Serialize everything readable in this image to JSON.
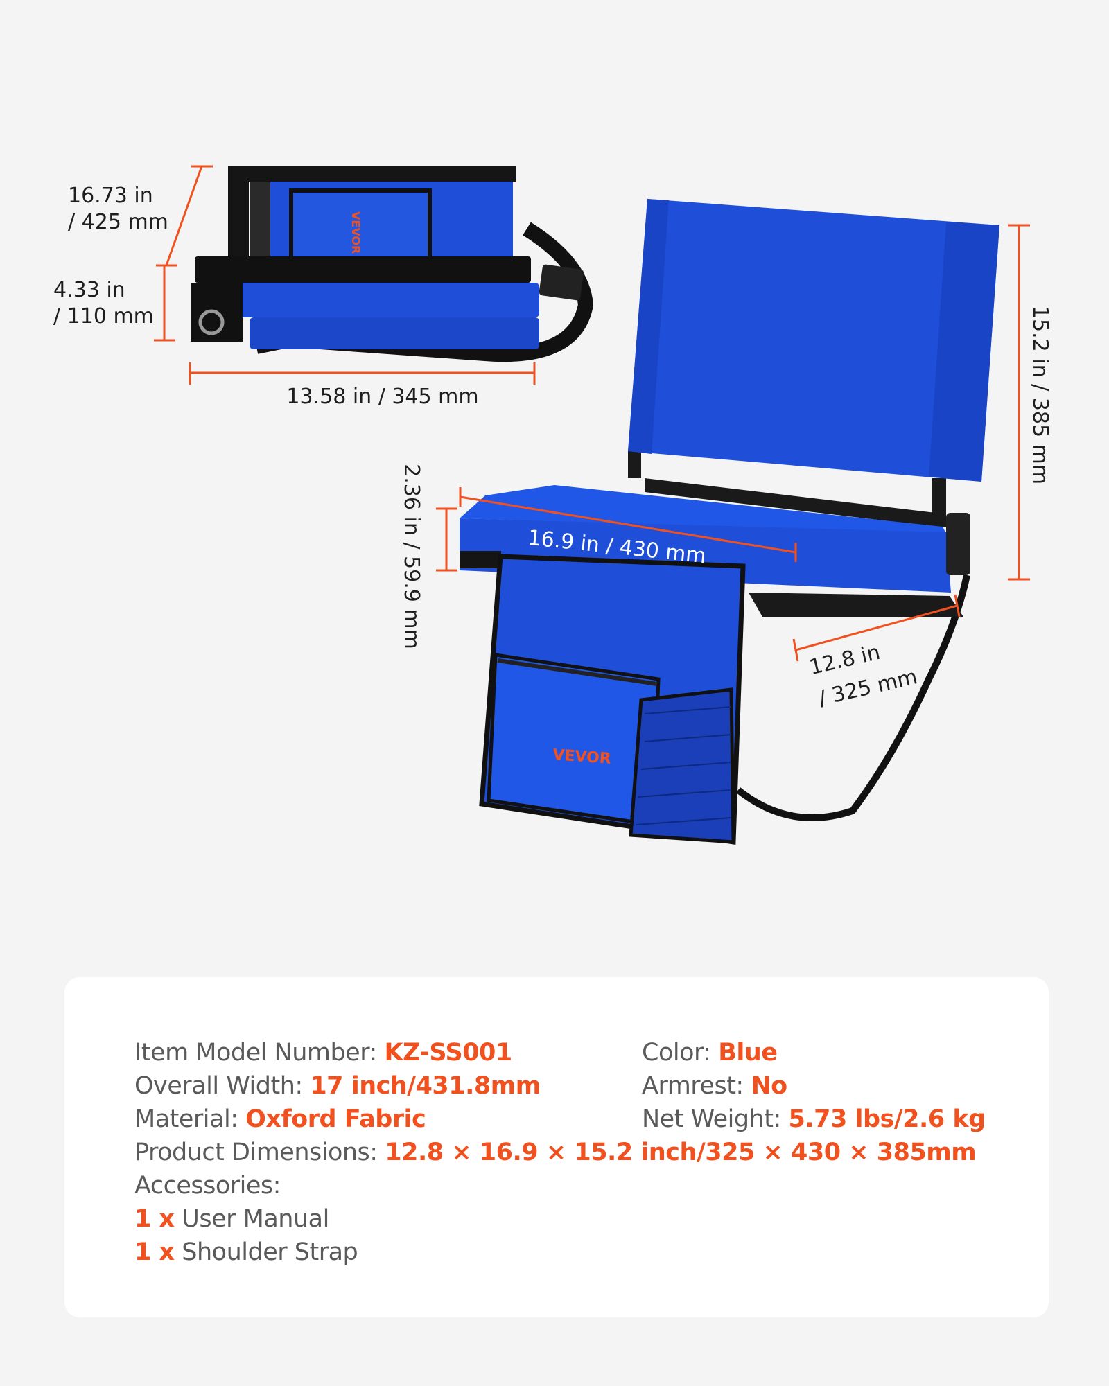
{
  "colors": {
    "accent": "#f0511f",
    "product": "#1f4fd8",
    "frame": "#1a1a1a"
  },
  "brand_logo": "VEVOR",
  "dimensions": {
    "folded_diagonal": [
      "16.73 in",
      "/ 425 mm"
    ],
    "folded_height": [
      "4.33 in",
      "/ 110 mm"
    ],
    "folded_width": "13.58 in / 345 mm",
    "seat_thickness": "2.36 in / 59.9 mm",
    "seat_width": "16.9 in / 430 mm",
    "back_height": "15.2 in / 385 mm",
    "seat_depth": [
      "12.8 in",
      "/ 325 mm"
    ]
  },
  "specs": {
    "model": {
      "label": "Item Model Number:",
      "value": "KZ-SS001"
    },
    "color": {
      "label": "Color:",
      "value": "Blue"
    },
    "width": {
      "label": "Overall Width:",
      "value": "17 inch/431.8mm"
    },
    "armrest": {
      "label": "Armrest:",
      "value": "No"
    },
    "material": {
      "label": "Material:",
      "value": "Oxford Fabric"
    },
    "weight": {
      "label": "Net Weight:",
      "value": "5.73 lbs/2.6 kg"
    },
    "dimensions": {
      "label": "Product Dimensions:",
      "value": "12.8 × 16.9 × 15.2 inch/325 × 430 × 385mm"
    },
    "accessories_label": "Accessories:",
    "accessories": [
      {
        "qty": "1 x",
        "name": "User Manual"
      },
      {
        "qty": "1 x",
        "name": "Shoulder Strap"
      }
    ]
  }
}
